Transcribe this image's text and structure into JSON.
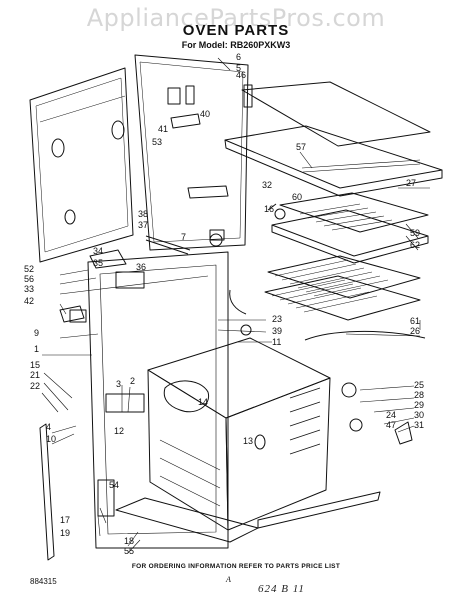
{
  "watermark": "AppliancePartsPros.com",
  "title": "OVEN PARTS",
  "model_line": "For Model: RB260PXKW3",
  "footer_note": "FOR ORDERING INFORMATION REFER TO PARTS PRICE LIST",
  "drawing_code": "884315",
  "page_letter": "A",
  "handwritten": "624 B 11",
  "callouts": [
    "1",
    "2",
    "3",
    "4",
    "5",
    "6",
    "7",
    "9",
    "10",
    "11",
    "12",
    "13",
    "14",
    "15",
    "16",
    "17",
    "18",
    "19",
    "21",
    "22",
    "23",
    "24",
    "25",
    "26",
    "27",
    "28",
    "29",
    "30",
    "31",
    "32",
    "33",
    "34",
    "35",
    "36",
    "37",
    "38",
    "39",
    "40",
    "41",
    "42",
    "46",
    "47",
    "52",
    "53",
    "54",
    "55",
    "56",
    "57",
    "59",
    "60",
    "61",
    "62"
  ],
  "colors": {
    "ink": "#111111",
    "paper": "#ffffff",
    "watermark": "#d6d6d6"
  }
}
